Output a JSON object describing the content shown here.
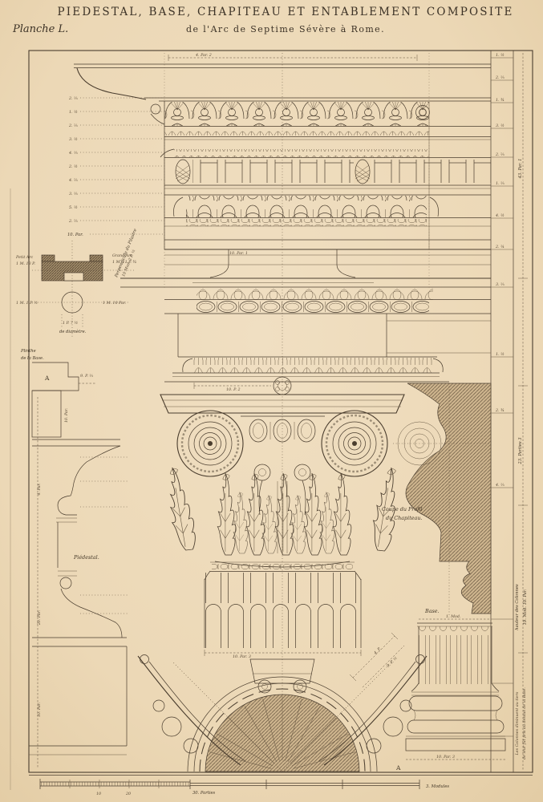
{
  "plate": {
    "planche": "Planche L.",
    "title1": "PIEDESTAL, BASE, CHAPITEAU ET ENTABLEMENT COMPOSITE",
    "title2": "de l'Arc de Septime Sévère à Rome."
  },
  "labels": {
    "perp1": "Perpendicule du Pilastre",
    "perp2": "10 Mod. 2 P. ½",
    "petit1": "Petit Arc",
    "petit2": "1 M. 13 P.",
    "grand1": "Grand Arc",
    "grand2": "1 M. 11 P. ¾",
    "diam1": "1 P. 7 ½",
    "diam2": "de diamètre.",
    "plinthe1": "Plinthe",
    "plinthe2": "de la Base.",
    "markerA_top": "A",
    "markerA_bottom": "A",
    "piedestal": "Piédestal.",
    "coupe1": "Coupe du Profil",
    "coupe2": "du Chapiteau.",
    "base": "Base."
  },
  "dims": {
    "top": "4. Par. 2",
    "frieze": "10. Par. 1",
    "neck": "10. P. 2",
    "shaft": "10. Par. 3",
    "circleL": "1 M. 1 P. ½",
    "circleR": "1 M. 10 Par.",
    "plinth": "9. P. ⅓",
    "die": "10. Par.",
    "base_top": "1. Mod.",
    "base_bottom": "10. Par. 3",
    "plan_diag1": "4. P.",
    "plan_diag2": "9. P. ½",
    "left_par": "10. Par.",
    "margin_left1": "4. Par.",
    "margin_left2": "20. Par.",
    "margin_left3": "10. Par.",
    "left_ticks": [
      "2. ⅓",
      "1. ½",
      "2. ⅔",
      "3. ½",
      "4. ⅓",
      "2. ½",
      "4. ⅔",
      "3. ⅓",
      "5. ½",
      "2. ⅔"
    ],
    "right_ticks": [
      "1. ½",
      "2. ⅓",
      "1. ¾",
      "3. ½",
      "2. ⅔",
      "1. ⅓",
      "4. ½",
      "2. ¼",
      "3. ⅓",
      "1. ½",
      "2. ¾",
      "4. ⅓"
    ]
  },
  "margins": {
    "right1": "43. Par. 1",
    "right2": "23. Parties 3",
    "col1": "hauteur des Colonnes",
    "col2": "19. Mod. 10. Par.",
    "note1": "Les Colonnes diminuent au tiers",
    "note2": "de leur fût pris au dessus de la Base."
  },
  "scalebar": {
    "t10": "10",
    "t20": "20",
    "parties": "30. Parties",
    "modules": "3. Modules"
  }
}
